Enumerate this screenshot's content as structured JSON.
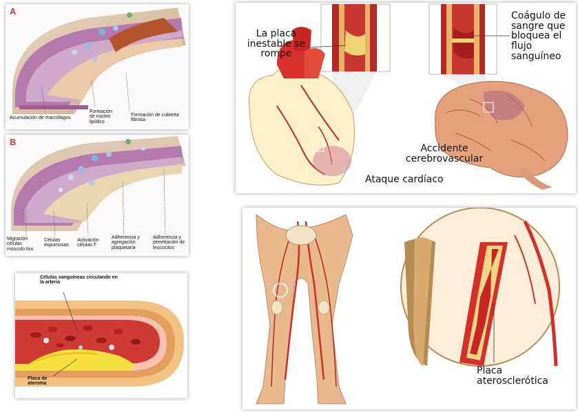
{
  "panel_a": {
    "letter": "A",
    "labels": [
      "Acumulación de macrófagos",
      "Formación de núcleo lipídico",
      "Formación de cubierta fibrosa"
    ]
  },
  "panel_b": {
    "letter": "B",
    "labels": [
      "Migración células músculo liso",
      "Células espumosas",
      "Activación células T",
      "Adherencia y agregación plaquetaria",
      "Adherencia y penetración de leucocitos"
    ]
  },
  "panel_artery": {
    "cells_label": "Células sanguíneas circulando en la arteria",
    "plaque_label": "Placa de ateroma"
  },
  "panel_heart_brain": {
    "plaque_break": "La placa inestable se rompe",
    "clot": "Coágulo de sangre que bloquea el flujo sanguíneo",
    "stroke": "Accidente cerebrovascular",
    "heart_attack": "Ataque cardíaco"
  },
  "panel_legs": {
    "plaque": "Placa aterosclerótica"
  },
  "colors": {
    "vessel_red": "#c8282a",
    "plaque_yellow": "#f1d84a",
    "muscle_purple": "#9a4f9a",
    "skin": "#e8b98e"
  }
}
